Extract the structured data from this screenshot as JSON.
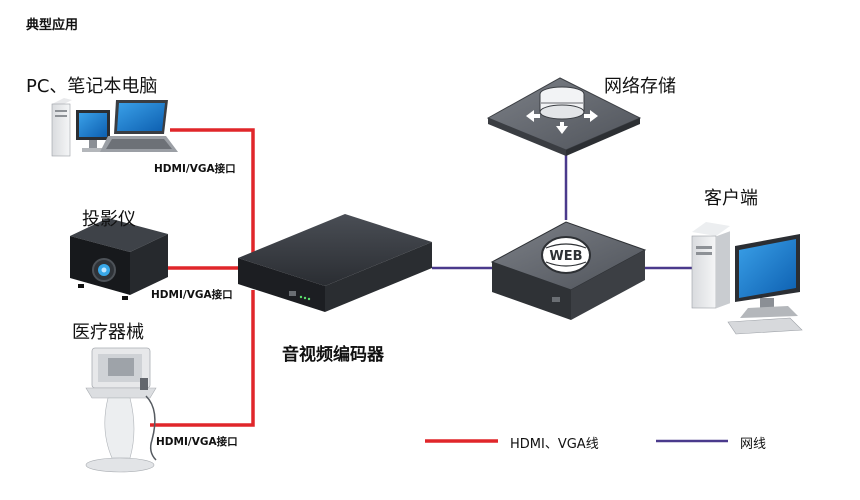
{
  "title": "典型应用",
  "devices": {
    "pc": "PC、笔记本电脑",
    "projector": "投影仪",
    "medical": "医疗器械",
    "encoder": "音视频编码器",
    "storage": "网络存储",
    "client": "客户端"
  },
  "ports": {
    "pc": "HDMI/VGA接口",
    "projector": "HDMI/VGA接口",
    "medical": "HDMI/VGA接口"
  },
  "server_badge": "WEB",
  "legend": {
    "hdmi_label": "HDMI、VGA线",
    "net_label": "网线"
  },
  "colors": {
    "hdmi_line": "#e0262a",
    "net_line": "#4a3a8c"
  }
}
